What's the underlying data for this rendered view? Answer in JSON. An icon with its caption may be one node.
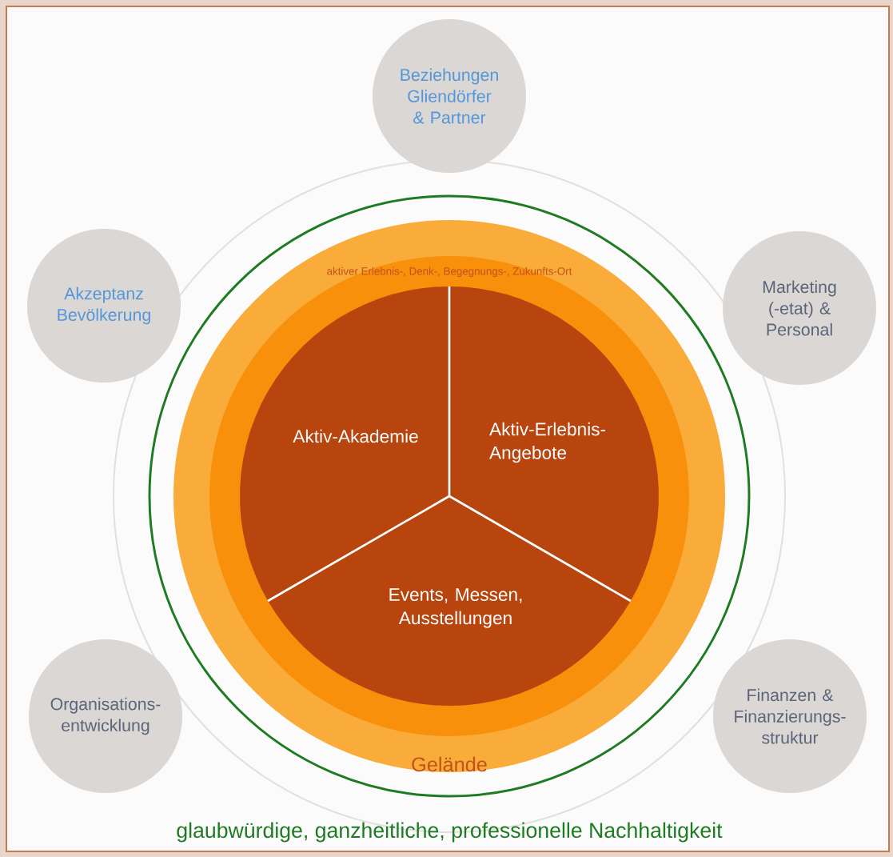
{
  "diagram": {
    "caption": "glaubwürdige, ganzheitliche, professionelle Nachhaltigkeit",
    "nodes": [
      {
        "text": [
          "Gelände"
        ]
      },
      {
        "text": [
          "aktiver Erlebnis-, Denk-, Begegnungs-, Zukunfts-Ort"
        ],
        "in": 0
      },
      {
        "text": [
          "Aktiv-Akademie"
        ],
        "in": 1
      },
      {
        "text": [
          "Aktiv-Erlebnis- Angebote"
        ],
        "in": 1
      },
      {
        "text": [
          "Events, Messen, Ausstellungen"
        ],
        "in": 1
      },
      {
        "text": [
          "Beziehungen Gliendörfer & Partner"
        ]
      },
      {
        "text": [
          "Akzeptanz Bevölkerung"
        ]
      },
      {
        "text": [
          "Marketing (-etat) & Personal"
        ]
      },
      {
        "text": [
          "Organisations- entwicklung"
        ]
      },
      {
        "text": [
          "Finanzen & Finanzierungs- struktur"
        ]
      }
    ]
  }
}
